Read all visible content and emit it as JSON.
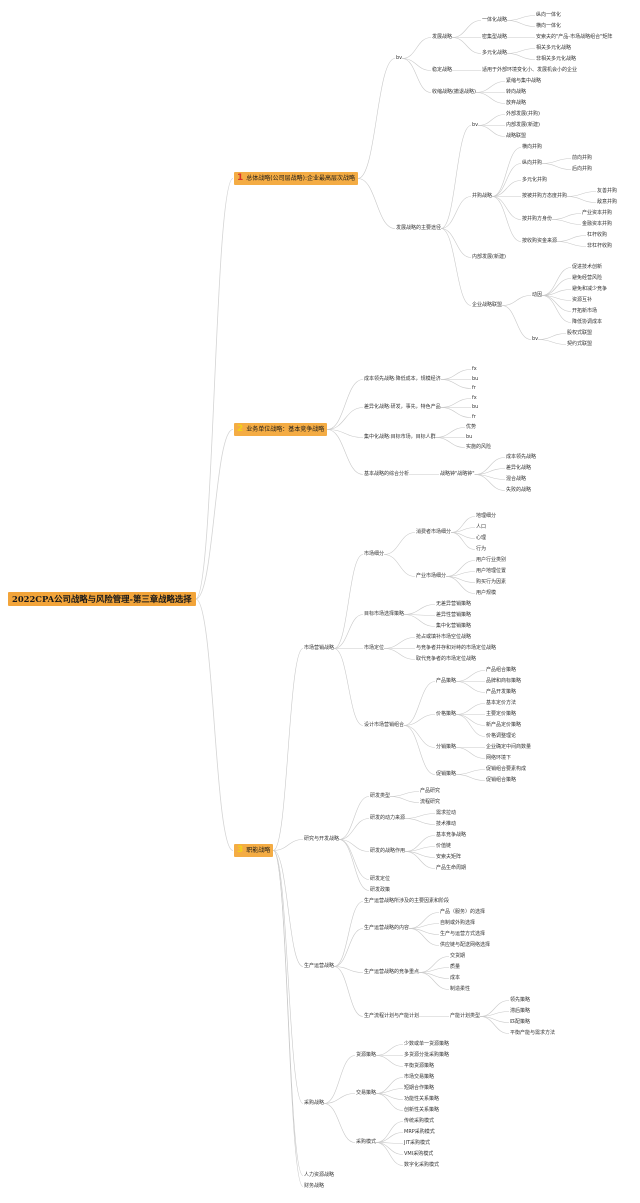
{
  "root": "2022CPA公司战略与风险管理-第三章战略选择",
  "mains": [
    {
      "num": "1",
      "label": "总体战略(公司层战略):企业最高层次战略"
    },
    {
      "num": "2",
      "label": "业务单位战略：基本竞争战略"
    },
    {
      "num": "3",
      "label": "职能战略"
    }
  ],
  "b1": {
    "bv1": "bv",
    "fazhan": "发展战略",
    "yitihua": "一体化战略",
    "zongxiang": "纵向一体化",
    "hengxiang": "横向一体化",
    "mifeng": "密集型战略",
    "anshao": "安索夫的\"产品-市场战略组合\"矩阵",
    "duoyuan": "多元化战略",
    "xiangguan": "相关多元化战略",
    "fei_xiangguan": "非相关多元化战略",
    "wending": "稳定战略",
    "wending_desc": "适用于外部环境变化小、发展机会小的企业",
    "shousuo": "收缩战略(撤退战略)",
    "jinsuo": "紧缩与集中战略",
    "zhuanxiang": "转向战略",
    "fangqi": "放弃战略",
    "zhuyao": "发展战略的主要途径",
    "bv2": "bv",
    "waibu": "外部发展(并购)",
    "neibu": "内部发展(新建)",
    "lianmeng_q": "战略联盟",
    "binggou": "并购战略",
    "hengxiang_bg": "横向并购",
    "zongxiang_bg": "纵向并购",
    "qianxiang": "前向并购",
    "houxiang": "后向并购",
    "duoyuan_bg": "多元化并购",
    "taidu": "按被并购方态度并购",
    "youshan": "友善并购",
    "dishan": "敌意并购",
    "shenfen": "按并购方身份",
    "chanye": "产业资本并购",
    "jinrong": "金融资本并购",
    "zijin": "按收购资金来源",
    "ganggan": "杠杆收购",
    "fei_ganggan": "非杠杆收购",
    "neibu_fazhan": "内部发展(新建)",
    "qiye_lianmeng": "企业战略联盟",
    "dongyin": "动因",
    "dy": [
      "促进技术创新",
      "避免经营风险",
      "避免和减少竞争",
      "资源互补",
      "开拓新市场",
      "降低协调成本"
    ],
    "bv3": "bv",
    "guquan": "股权式联盟",
    "qiyue": "契约式联盟"
  },
  "b2": {
    "chengben": "成本领先战略:降低成本，规模经济",
    "chayi": "差异化战略:研发，事先，特色产品",
    "jizhong": "集中化战略:目标市场，目标人群",
    "zonghe": "基本战略的综合分析",
    "k": [
      "fx",
      "bu",
      "fr",
      "fx",
      "bu",
      "fr"
    ],
    "youshi": "优势",
    "bu3": "bu",
    "shishi": "实施的风险",
    "zhanlve_zhong": "战略钟\"战略钟\"",
    "zhong": [
      "成本领先战略",
      "差异化战略",
      "混合战略",
      "失败的战略"
    ]
  },
  "b3": {
    "shichang": "市场营销战略",
    "xifen": "市场细分",
    "xiaofei": "消费者市场细分",
    "xiaofei_items": [
      "地理细分",
      "人口",
      "心理",
      "行为"
    ],
    "chanye_xf": "产业市场细分",
    "chanye_items": [
      "用户行业类别",
      "用户地理位置",
      "购买行为因素",
      "用户规模"
    ],
    "mubiao": "目标市场选择策略",
    "mubiao_items": [
      "无差异营销策略",
      "差异性营销策略",
      "集中化营销策略"
    ],
    "dingwei": "市场定位",
    "dingwei_items": [
      "抢占或填补市场空位战略",
      "与竞争者并存和对峙的市场定位战略",
      "取代竞争者的市场定位战略"
    ],
    "sheji": "设计市场营销组合",
    "chanpin": "产品策略",
    "chanpin_items": [
      "产品组合策略",
      "品牌和商标策略",
      "产品开发策略"
    ],
    "jiage": "价格策略",
    "jiage_items": [
      "基本定价方法",
      "主要定价策略",
      "新产品定价策略",
      "价格调整理论"
    ],
    "fenxiao": "分销策略",
    "fenxiao_items": [
      "企业确定中间商数量",
      "网络环境下"
    ],
    "cuxiao": "促销策略",
    "cuxiao_items": [
      "促销组合要素构成",
      "促销组合策略"
    ],
    "yanfa": "研究与开发战略",
    "leixing": "研发类型",
    "leixing_items": [
      "产品研究",
      "流程研究"
    ],
    "dongli": "研发的动力来源",
    "dongli_items": [
      "需求拉动",
      "技术推动"
    ],
    "zuoyong": "研发的战略作用",
    "zuoyong_items": [
      "基本竞争战略",
      "价值链",
      "安索夫矩阵",
      "产品生命周期"
    ],
    "dingwei_yf": "研发定位",
    "zhengce": "研发政策",
    "shengchan": "生产运营战略",
    "shengchan_items": [
      "生产运营战略所涉及的主要因素和阶段"
    ],
    "neirong": "生产运营战略的内容",
    "neirong_items": [
      "产品（服务）的选择",
      "自制或外购选择",
      "生产与运营方式选择",
      "供应链与配送网络选择"
    ],
    "jingzheng": "生产运营战略的竞争重点",
    "jingzheng_items": [
      "交货期",
      "质量",
      "成本",
      "制造柔性"
    ],
    "jihua": "生产流程计划与产能计划",
    "nengli": "产能计划类型",
    "nengli_items": [
      "领先策略",
      "滞后策略",
      "匹配策略",
      "平衡产能与需求方法"
    ],
    "caigou": "采购战略",
    "gongying": "货源策略",
    "gongying_items": [
      "少数或单一货源策略",
      "多货源分批采购策略",
      "平衡货源策略"
    ],
    "jiaoyi": "交易策略",
    "jiaoyi_items": [
      "市场交易策略",
      "短期合作策略",
      "功能性关系策略",
      "创新性关系策略"
    ],
    "moshi": "采购模式",
    "moshi_items": [
      "传统采购模式",
      "MRP采购模式",
      "JIT采购模式",
      "VMI采购模式",
      "数字化采购模式"
    ],
    "renli": "人力资源战略",
    "caiwu": "财务战略"
  }
}
